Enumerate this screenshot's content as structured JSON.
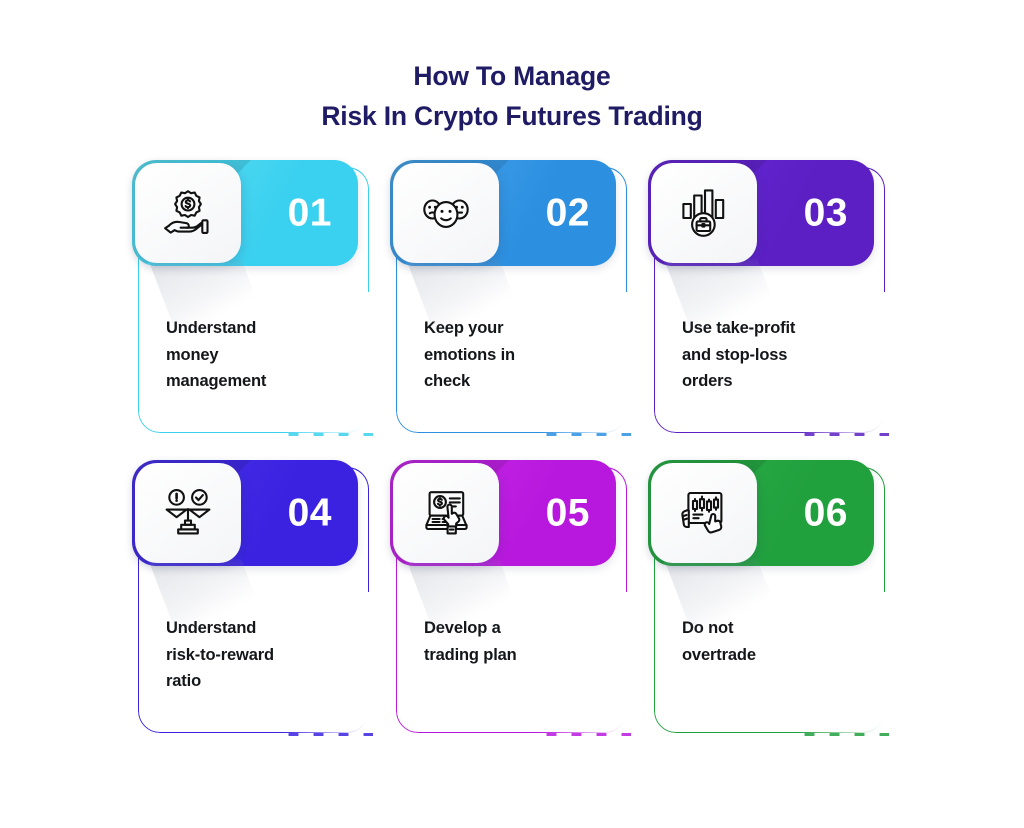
{
  "title": {
    "line1": "How To Manage",
    "line2": "Risk In Crypto Futures Trading",
    "color": "#1f1b64"
  },
  "cards": [
    {
      "number": "01",
      "caption": "Understand\nmoney\nmanagement",
      "icon": "hand-holding-money-icon",
      "accent": "#3ad0ef",
      "accent_light": "#5fe0f5"
    },
    {
      "number": "02",
      "caption": "Keep your\nemotions in\ncheck",
      "icon": "emotion-faces-icon",
      "accent": "#2c8fe0",
      "accent_light": "#49a8ee"
    },
    {
      "number": "03",
      "caption": "Use take-profit\nand stop-loss\norders",
      "icon": "briefcase-bar-chart-icon",
      "accent": "#5b1fc4",
      "accent_light": "#6b2adb"
    },
    {
      "number": "04",
      "caption": "Understand\nrisk-to-reward\nratio",
      "icon": "balance-scale-icon",
      "accent": "#3a22e0",
      "accent_light": "#4a33ec"
    },
    {
      "number": "05",
      "caption": "Develop a\ntrading plan",
      "icon": "laptop-trading-click-icon",
      "accent": "#b818dd",
      "accent_light": "#c92ceb"
    },
    {
      "number": "06",
      "caption": "Do not\novertrade",
      "icon": "hands-candlestick-board-icon",
      "accent": "#21a03e",
      "accent_light": "#2cb24b"
    }
  ]
}
